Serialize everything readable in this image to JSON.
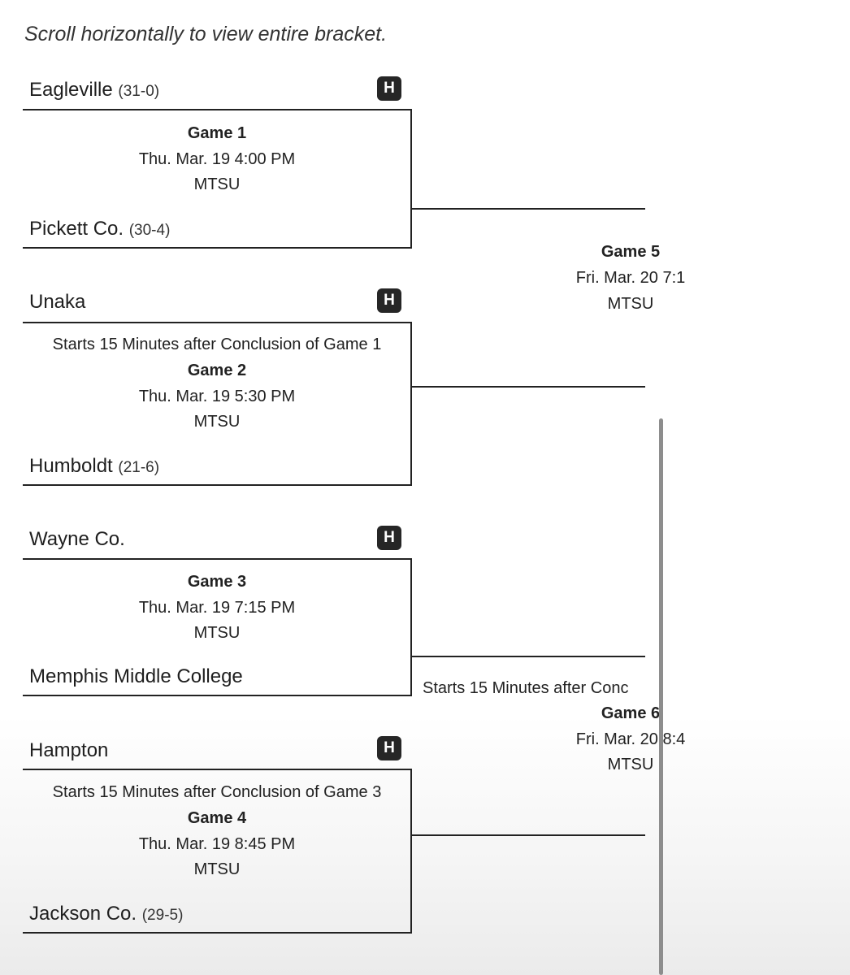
{
  "hint": "Scroll horizontally to view entire bracket.",
  "home_badge": "H",
  "games": [
    {
      "top": {
        "name": "Eagleville",
        "record": "(31-0)",
        "home": true
      },
      "bottom": {
        "name": "Pickett Co.",
        "record": "(30-4)"
      },
      "note": "",
      "title": "Game 1",
      "datetime": "Thu. Mar. 19 4:00 PM",
      "venue": "MTSU"
    },
    {
      "top": {
        "name": "Unaka",
        "record": "",
        "home": true
      },
      "bottom": {
        "name": "Humboldt",
        "record": "(21-6)"
      },
      "note": "Starts 15 Minutes after Conclusion of Game 1",
      "title": "Game 2",
      "datetime": "Thu. Mar. 19 5:30 PM",
      "venue": "MTSU"
    },
    {
      "top": {
        "name": "Wayne Co.",
        "record": "",
        "home": true
      },
      "bottom": {
        "name": "Memphis Middle College",
        "record": ""
      },
      "note": "",
      "title": "Game 3",
      "datetime": "Thu. Mar. 19 7:15 PM",
      "venue": "MTSU"
    },
    {
      "top": {
        "name": "Hampton",
        "record": "",
        "home": true
      },
      "bottom": {
        "name": "Jackson Co.",
        "record": "(29-5)"
      },
      "note": "Starts 15 Minutes after Conclusion of Game 3",
      "title": "Game 4",
      "datetime": "Thu. Mar. 19 8:45 PM",
      "venue": "MTSU"
    }
  ],
  "round2": [
    {
      "note": "",
      "title": "Game 5",
      "datetime": "Fri. Mar. 20 7:1",
      "venue": "MTSU"
    },
    {
      "note": "Starts 15 Minutes after Conc",
      "title": "Game 6",
      "datetime": "Fri. Mar. 20 8:4",
      "venue": "MTSU"
    }
  ]
}
